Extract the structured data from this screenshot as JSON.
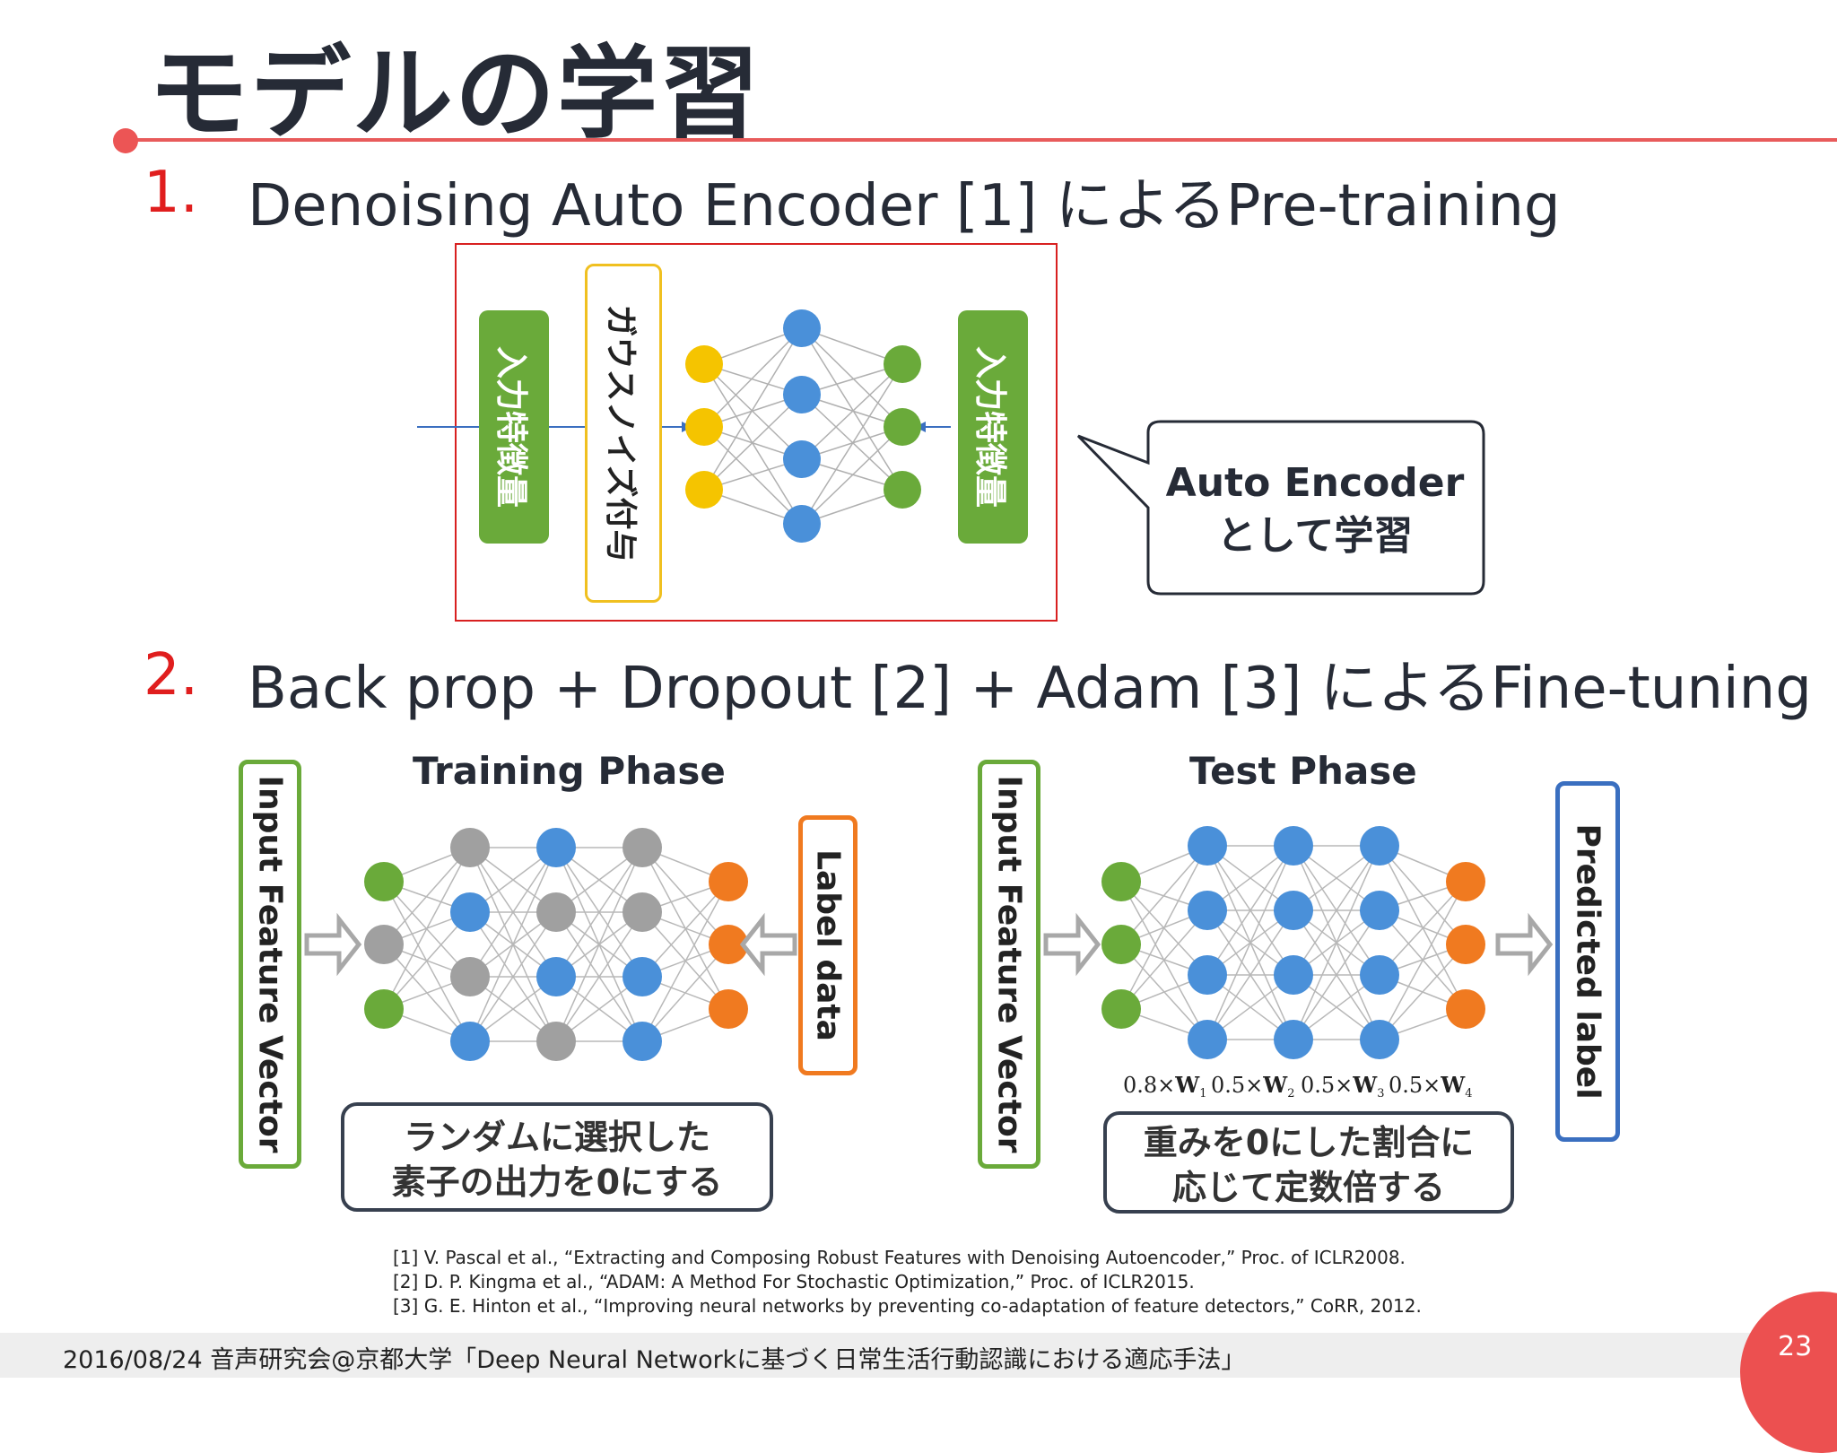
{
  "slide": {
    "title": "モデルの学習",
    "item1_num": "1.",
    "item1_text": "Denoising Auto Encoder [1] によるPre-training",
    "item2_num": "2.",
    "item2_text": "Back prop + Dropout [2]  + Adam [3] によるFine-tuning"
  },
  "dae": {
    "input_label": "入力特徴量",
    "noise_label": "ガウスノイズ付与",
    "target_label": "入力特徴量",
    "callout_line1": "Auto Encoder",
    "callout_line2": "として学習"
  },
  "training": {
    "title": "Training Phase",
    "input_label": "Input Feature Vector",
    "label_box": "Label data",
    "note_line1": "ランダムに選択した",
    "note_line2": "素子の出力を0にする"
  },
  "test": {
    "title": "Test Phase",
    "input_label": "Input Feature Vector",
    "output_label": "Predicted label",
    "note_line1": "重みを0にした割合に",
    "note_line2": "応じて定数倍する",
    "weight_scales": [
      "0.8",
      "0.5",
      "0.5",
      "0.5"
    ]
  },
  "references": [
    "[1] V. Pascal  et al., “Extracting and Composing Robust Features with Denoising Autoencoder,” Proc. of ICLR2008.",
    "[2] D. P. Kingma et al., “ADAM: A Method For Stochastic Optimization,” Proc. of ICLR2015.",
    "[3] G. E. Hinton et al., “Improving neural networks by preventing co-adaptation of feature detectors,” CoRR, 2012."
  ],
  "footer": {
    "text": "2016/08/24  音声研究会@京都大学「Deep Neural Networkに基づく日常生活行動認識における適応手法」",
    "page": "23"
  },
  "colors": {
    "accent": "#e85b5b",
    "green": "#6aaa3a",
    "blue": "#4a90d9",
    "orange": "#f07a20",
    "gray": "#a0a0a0",
    "yellow": "#f5c400"
  }
}
